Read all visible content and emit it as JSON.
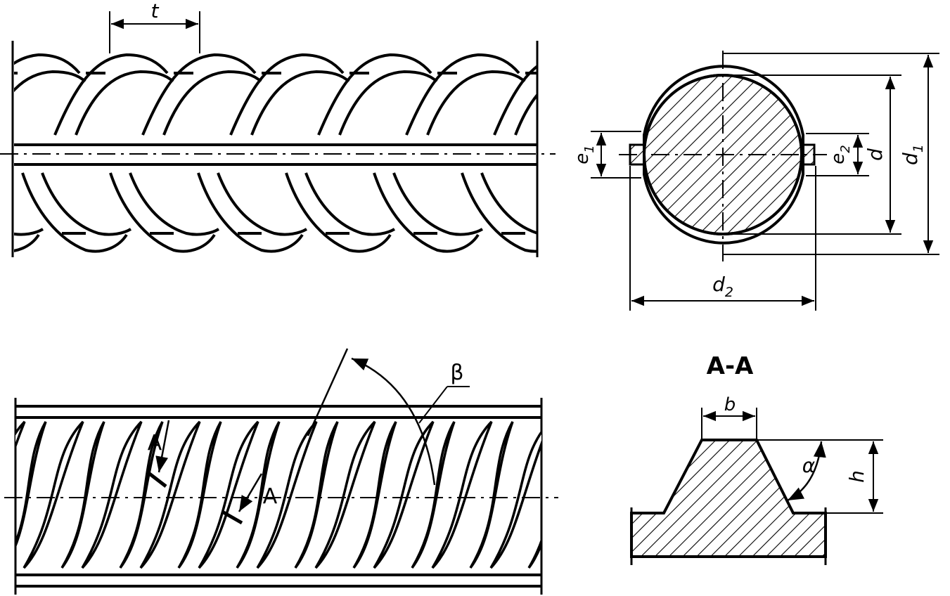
{
  "top_left": {
    "pitch_label": "t"
  },
  "top_right": {
    "e1_label": "e",
    "e1_sub": "1",
    "e2_label": "e",
    "e2_sub": "2",
    "d_label": "d",
    "d1_label": "d",
    "d1_sub": "1",
    "d2_label": "d",
    "d2_sub": "2"
  },
  "bottom_left": {
    "section_mark_1": "A",
    "section_mark_2": "A",
    "beta_label": "β"
  },
  "bottom_right": {
    "section_title": "A-A",
    "b_label": "b",
    "h_label": "h",
    "alpha_label": "α"
  }
}
